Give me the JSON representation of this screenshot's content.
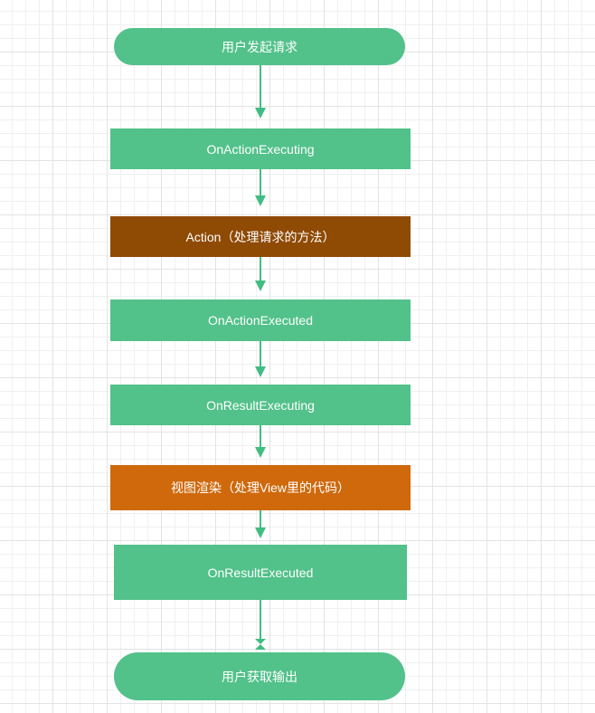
{
  "colors": {
    "node_green": "#52c18a",
    "node_brown": "#8f4a04",
    "node_orange": "#cf690c",
    "node_text": "#ffffff",
    "arrow": "#41bd82",
    "grid_minor": "#f0f0f0",
    "grid_major": "#e3e3e3",
    "canvas_bg": "#ffffff"
  },
  "diagram": {
    "nodes": [
      {
        "id": "start",
        "shape": "rounded",
        "label": "用户发起请求",
        "fill": "#52c18a"
      },
      {
        "id": "on-action-executing",
        "shape": "rect",
        "label": "OnActionExecuting",
        "fill": "#52c18a"
      },
      {
        "id": "action",
        "shape": "rect",
        "label": "Action（处理请求的方法）",
        "fill": "#8f4a04"
      },
      {
        "id": "on-action-executed",
        "shape": "rect",
        "label": "OnActionExecuted",
        "fill": "#52c18a"
      },
      {
        "id": "on-result-executing",
        "shape": "rect",
        "label": "OnResultExecuting",
        "fill": "#52c18a"
      },
      {
        "id": "view-render",
        "shape": "rect",
        "label": "视图渲染（处理View里的代码）",
        "fill": "#cf690c"
      },
      {
        "id": "on-result-executed",
        "shape": "rect",
        "label": "OnResultExecuted",
        "fill": "#52c18a"
      },
      {
        "id": "end",
        "shape": "rounded",
        "label": "用户获取输出",
        "fill": "#52c18a"
      }
    ],
    "connectors": [
      {
        "from": "start",
        "to": "on-action-executing"
      },
      {
        "from": "on-action-executing",
        "to": "action"
      },
      {
        "from": "action",
        "to": "on-action-executed"
      },
      {
        "from": "on-action-executed",
        "to": "on-result-executing"
      },
      {
        "from": "on-result-executing",
        "to": "view-render"
      },
      {
        "from": "view-render",
        "to": "on-result-executed"
      },
      {
        "from": "on-result-executed",
        "to": "end"
      }
    ]
  }
}
